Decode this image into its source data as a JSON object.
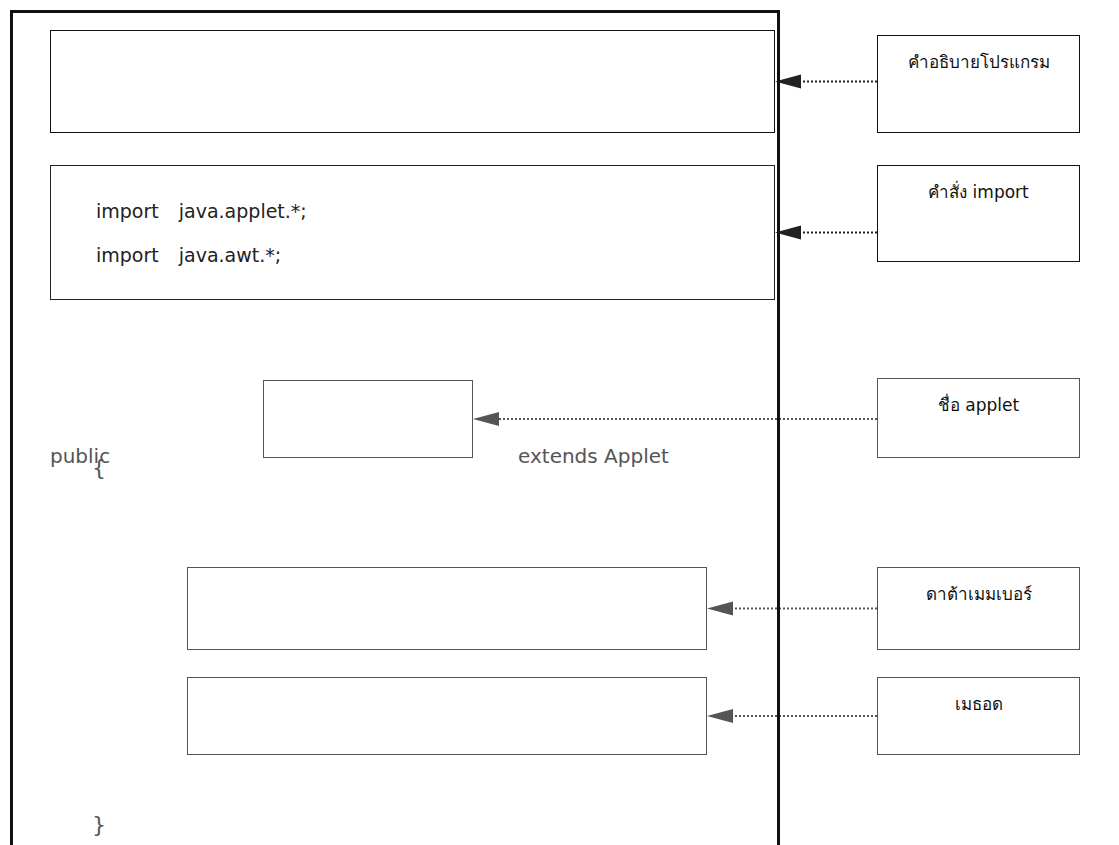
{
  "diagram": {
    "nodes": [
      {
        "text": [
          "public",
          "extends Applet",
          "{",
          "}"
        ]
      },
      {
        "text": [],
        "in": 0
      },
      {
        "text": [
          "import java.applet.*;",
          "import java.awt.*;"
        ],
        "in": 0
      },
      {
        "text": [],
        "in": 0
      },
      {
        "text": [],
        "in": 0
      },
      {
        "text": [],
        "in": 0
      },
      {
        "text": [
          "คำอธิบายโปรแกรม"
        ]
      },
      {
        "text": [
          "คำสั่ง import"
        ]
      },
      {
        "text": [
          "ชื่อ applet"
        ]
      },
      {
        "text": [
          "ดาต้าเมมเบอร์"
        ]
      },
      {
        "text": [
          "เมธอด"
        ]
      }
    ],
    "edges": [
      {
        "from": 6,
        "to": 1,
        "arrow": "to"
      },
      {
        "from": 7,
        "to": 2,
        "arrow": "to"
      },
      {
        "from": 8,
        "to": 3,
        "arrow": "to"
      },
      {
        "from": 9,
        "to": 4,
        "arrow": "to"
      },
      {
        "from": 10,
        "to": 5,
        "arrow": "to"
      }
    ]
  }
}
